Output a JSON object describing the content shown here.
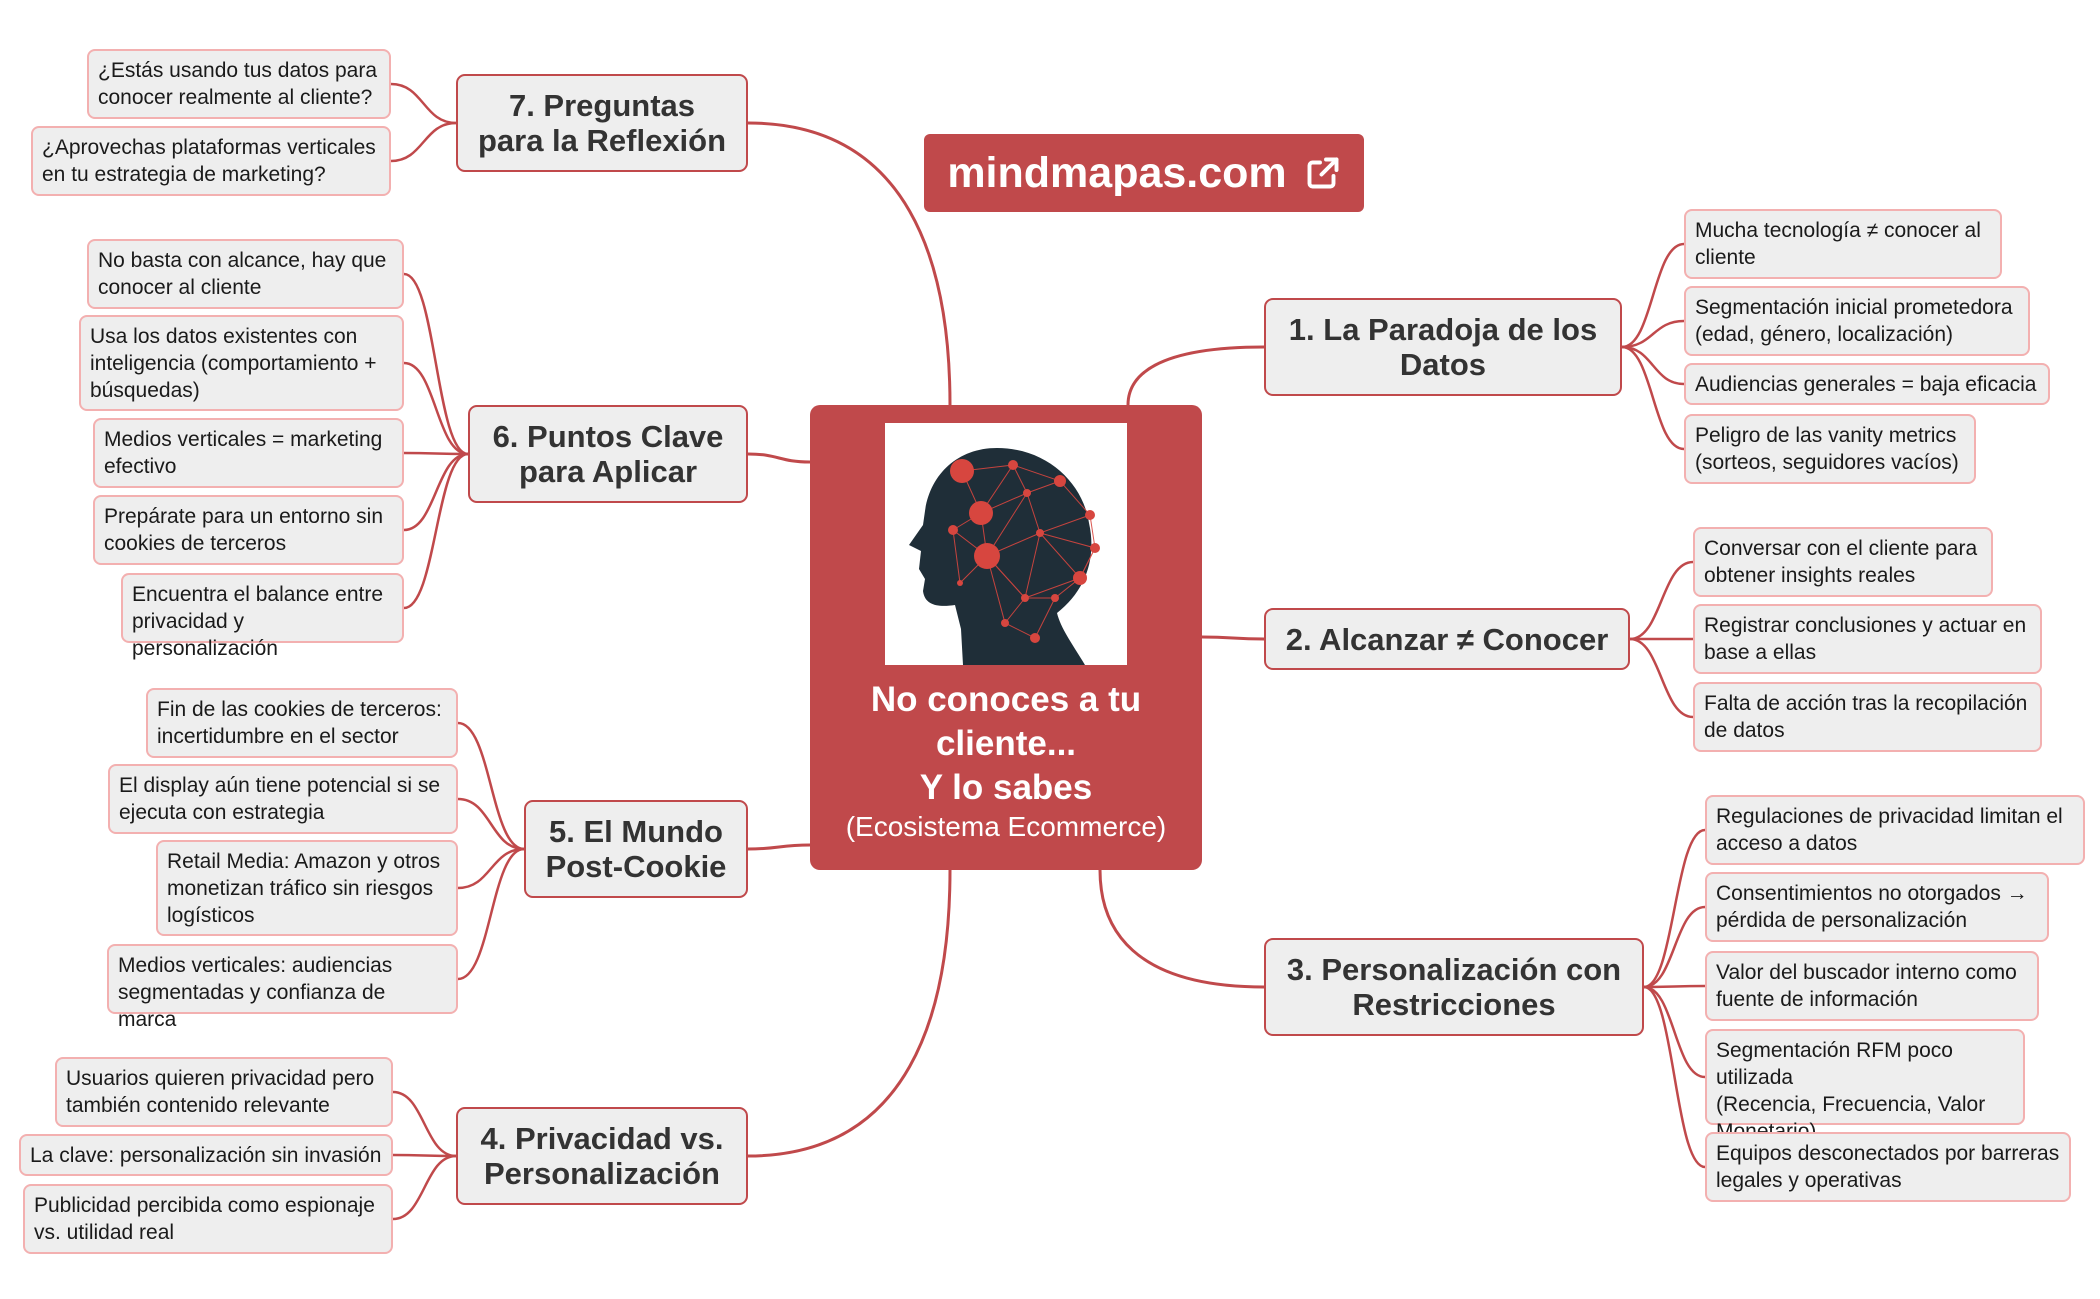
{
  "brand": {
    "label": "mindmapas.com",
    "icon": "external-link-icon",
    "color": "#c0494b"
  },
  "central": {
    "title": "No conoces a tu\ncliente...\nY lo sabes",
    "subtitle": "(Ecosistema Ecommerce)",
    "image_icon": "head-network-icon"
  },
  "colors": {
    "accent": "#c0494b",
    "leaf_border": "#f3b0b0",
    "node_fill": "#eeeeee"
  },
  "branches": [
    {
      "label": "1. La Paradoja de los\nDatos",
      "leaves": [
        "Mucha tecnología ≠ conocer al\ncliente",
        "Segmentación inicial prometedora\n(edad, género, localización)",
        "Audiencias generales = baja eficacia",
        "Peligro de las vanity metrics\n(sorteos, seguidores vacíos)"
      ]
    },
    {
      "label": "2. Alcanzar ≠ Conocer",
      "leaves": [
        "Conversar con el cliente para\nobtener insights reales",
        "Registrar conclusiones y actuar en\nbase a ellas",
        "Falta de acción tras la recopilación\nde datos"
      ]
    },
    {
      "label": "3. Personalización con\nRestricciones",
      "leaves": [
        "Regulaciones de privacidad limitan el\nacceso a datos",
        "Consentimientos no otorgados →\npérdida de personalización",
        "Valor del buscador interno como\nfuente de información",
        "Segmentación RFM poco utilizada\n(Recencia, Frecuencia, Valor\nMonetario)",
        "Equipos desconectados por barreras\nlegales y operativas"
      ]
    },
    {
      "label": "4. Privacidad vs.\nPersonalización",
      "leaves": [
        "Usuarios quieren privacidad pero\ntambién contenido relevante",
        "La clave: personalización sin invasión",
        "Publicidad percibida como espionaje\nvs. utilidad real"
      ]
    },
    {
      "label": "5. El Mundo\nPost-Cookie",
      "leaves": [
        "Fin de las cookies de terceros:\nincertidumbre en el sector",
        "El display aún tiene potencial si se\nejecuta con estrategia",
        "Retail Media: Amazon y otros\nmonetizan tráfico sin riesgos\nlogísticos",
        "Medios verticales: audiencias\nsegmentadas y confianza de marca"
      ]
    },
    {
      "label": "6. Puntos Clave\npara Aplicar",
      "leaves": [
        "No basta con alcance, hay que\nconocer al cliente",
        "Usa los datos existentes con\ninteligencia (comportamiento +\nbúsquedas)",
        "Medios verticales = marketing\nefectivo",
        "Prepárate para un entorno sin\ncookies de terceros",
        "Encuentra el balance entre\nprivacidad y personalización"
      ]
    },
    {
      "label": "7. Preguntas\npara la Reflexión",
      "leaves": [
        "¿Estás usando tus datos para\nconocer realmente al cliente?",
        "¿Aprovechas plataformas verticales\nen tu estrategia de marketing?"
      ]
    }
  ]
}
